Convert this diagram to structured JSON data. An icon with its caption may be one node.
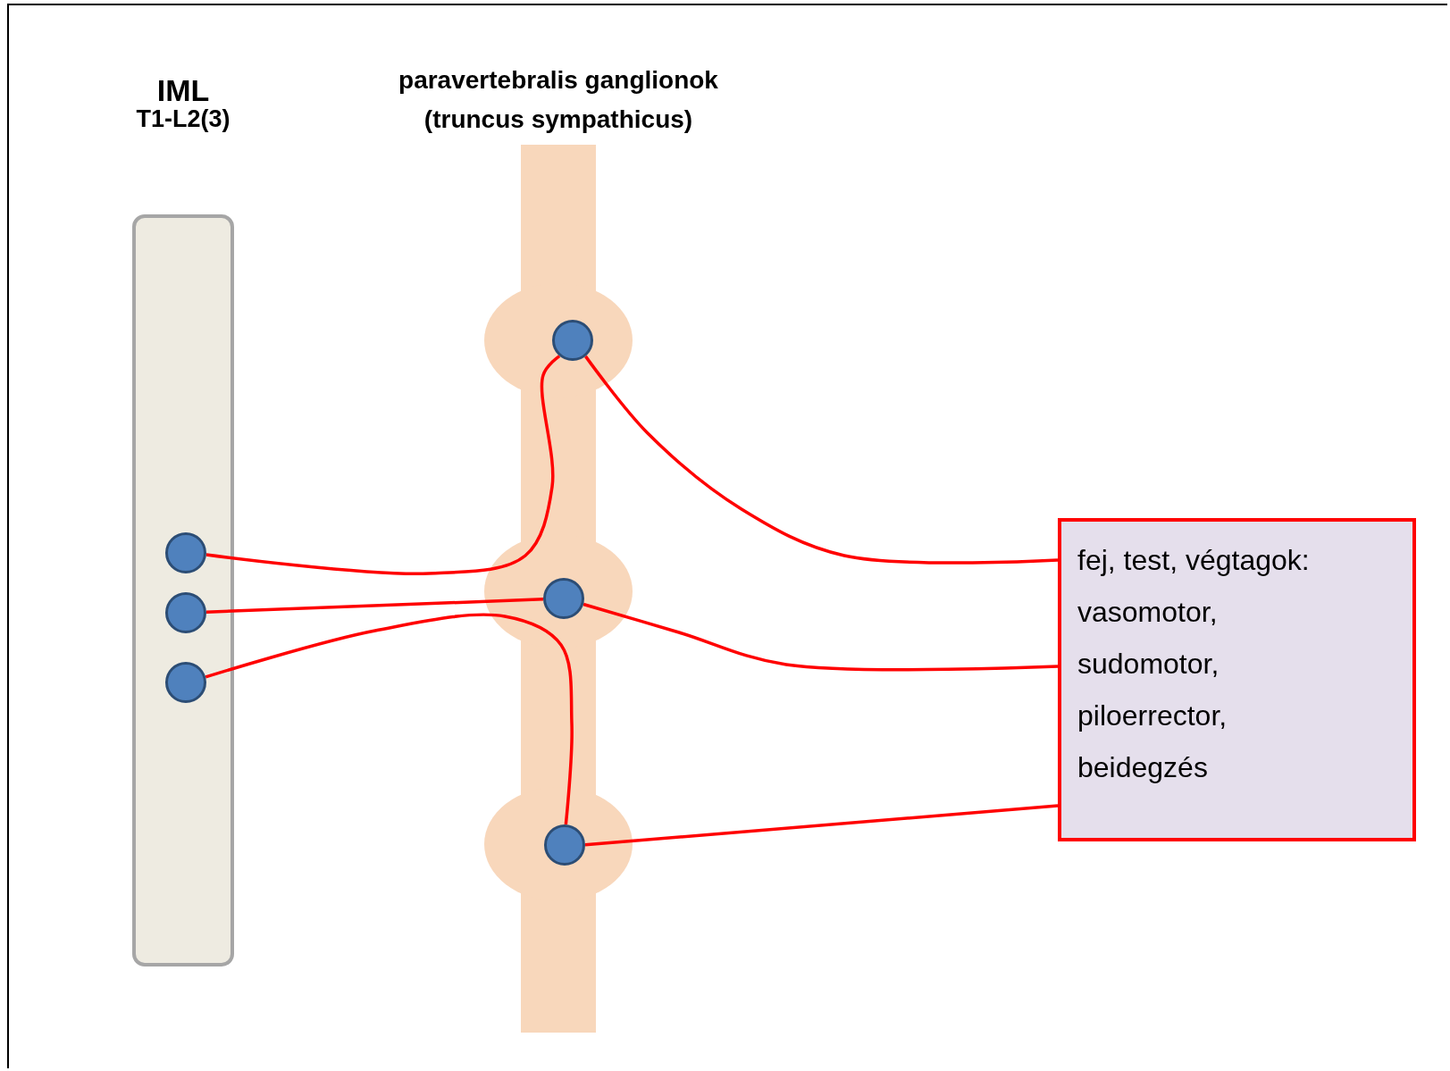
{
  "diagram": {
    "nodes": [
      {
        "text": [
          "IML",
          "T1-L2(3)"
        ]
      },
      {
        "text": [],
        "shape": "circle",
        "in": 0
      },
      {
        "text": [],
        "shape": "circle",
        "in": 0
      },
      {
        "text": [],
        "shape": "circle",
        "in": 0
      },
      {
        "text": [
          "paravertebralis ganglionok (truncus sympathicus)"
        ]
      },
      {
        "text": [],
        "shape": "circle",
        "in": 4
      },
      {
        "text": [],
        "shape": "circle",
        "in": 4
      },
      {
        "text": [],
        "shape": "circle",
        "in": 4
      },
      {
        "text": [
          "fej, test, végtagok: vasomotor, sudomotor, piloerrector, beidegzés"
        ]
      }
    ],
    "edges": [
      {
        "from": 1,
        "to": 5,
        "arrow": "none"
      },
      {
        "from": 2,
        "to": 6,
        "arrow": "none"
      },
      {
        "from": 3,
        "to": 7,
        "arrow": "none"
      },
      {
        "from": 5,
        "to": 8,
        "arrow": "none"
      },
      {
        "from": 6,
        "to": 8,
        "arrow": "none"
      },
      {
        "from": 7,
        "to": 8,
        "arrow": "none"
      }
    ]
  }
}
